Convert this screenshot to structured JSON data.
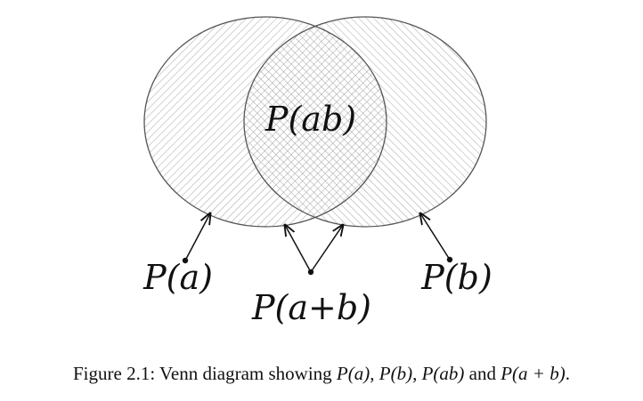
{
  "diagram": {
    "labels": {
      "intersection": "P(ab)",
      "set_a": "P(a)",
      "union": "P(a+b)",
      "set_b": "P(b)"
    },
    "colors": {
      "stroke": "#555555",
      "hatch": "#9a9a9a",
      "arrow": "#111111",
      "text": "#111111"
    }
  },
  "caption": {
    "prefix": "Figure 2.1: Venn diagram showing ",
    "term_1": "P(a)",
    "sep_1": ", ",
    "term_2": "P(b)",
    "sep_2": ", ",
    "term_3": "P(ab)",
    "sep_3": " and ",
    "term_4": "P(a + b)",
    "suffix": "."
  }
}
